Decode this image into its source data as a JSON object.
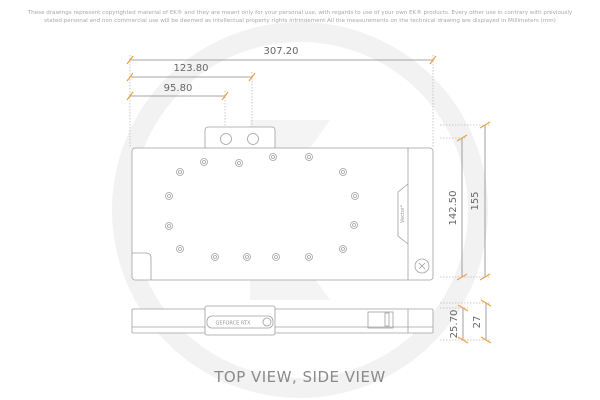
{
  "disclaimer": {
    "line1": "These drawings represent copyrighted material of EK® and they are meant only for your personal use, with regards to use of  your own EK® products. Every other use in contrary with previously",
    "line2": "stated personal and non commercial use will be deemed as intellectual property rights infringement All the measurements on the technical drawing are displayed in Millimeters (mm)"
  },
  "dimensions": {
    "total_length": "307.20",
    "terminal_offset_outer": "123.80",
    "terminal_offset_inner": "95.80",
    "plate_height": "142.50",
    "total_height": "155",
    "plate_thickness": "25.70",
    "total_thickness": "27"
  },
  "labels": {
    "block_brand": "Vector²",
    "terminal_text": "GEFORCE RTX"
  },
  "caption": "TOP VIEW, SIDE VIEW",
  "colors": {
    "dimension_tick": "#f0a040",
    "outline": "#9a9a9a",
    "watermark": "#f1f1f1"
  }
}
